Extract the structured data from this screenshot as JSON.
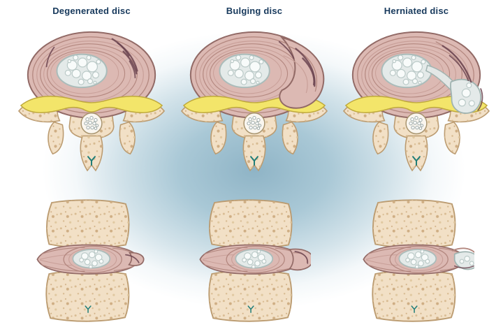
{
  "figure": {
    "columns": [
      {
        "id": "degenerated",
        "label": "Degenerated disc"
      },
      {
        "id": "bulging",
        "label": "Bulging disc"
      },
      {
        "id": "herniated",
        "label": "Herniated disc"
      }
    ]
  },
  "palette": {
    "background_tint": "#8fb4c6",
    "label_text": "#17395c",
    "bone": "#f2e0c6",
    "bone_outline": "#bb9b70",
    "annulus": "#dcb9b3",
    "annulus_outline": "#926a66",
    "nucleus": "#e4eae9",
    "nerve_yellow": "#f3e56a",
    "crack": "#6b4450",
    "teal_mark": "#1f7d78"
  }
}
